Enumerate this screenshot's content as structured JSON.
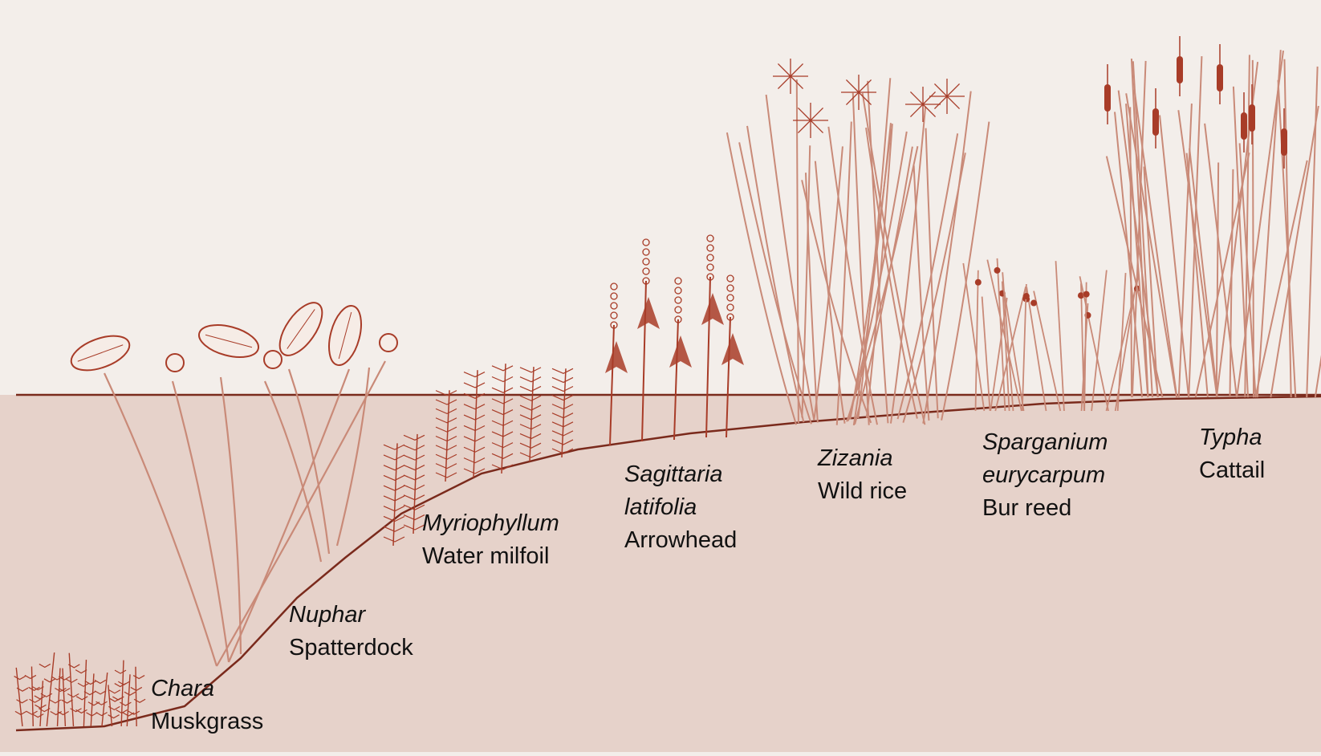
{
  "figure": {
    "colors": {
      "plant": "#a83c28",
      "plant_light": "#c98a78",
      "sediment": "#e6d2ca",
      "water_line": "#7a2a1c",
      "paper": "#f3eeea",
      "label": "#111111"
    }
  },
  "zones": [
    {
      "id": "chara",
      "scientific": "Chara",
      "common": "Muskgrass"
    },
    {
      "id": "nuphar",
      "scientific": "Nuphar",
      "common": "Spatterdock"
    },
    {
      "id": "myriophyllum",
      "scientific": "Myriophyllum",
      "common": "Water milfoil"
    },
    {
      "id": "sagittaria",
      "scientific_1": "Sagittaria",
      "scientific_2": "latifolia",
      "common": "Arrowhead"
    },
    {
      "id": "zizania",
      "scientific": "Zizania",
      "common": "Wild rice"
    },
    {
      "id": "sparganium",
      "scientific_1": "Sparganium",
      "scientific_2": "eurycarpum",
      "common": "Bur reed"
    },
    {
      "id": "typha",
      "scientific": "Typha",
      "common": "Cattail"
    }
  ]
}
